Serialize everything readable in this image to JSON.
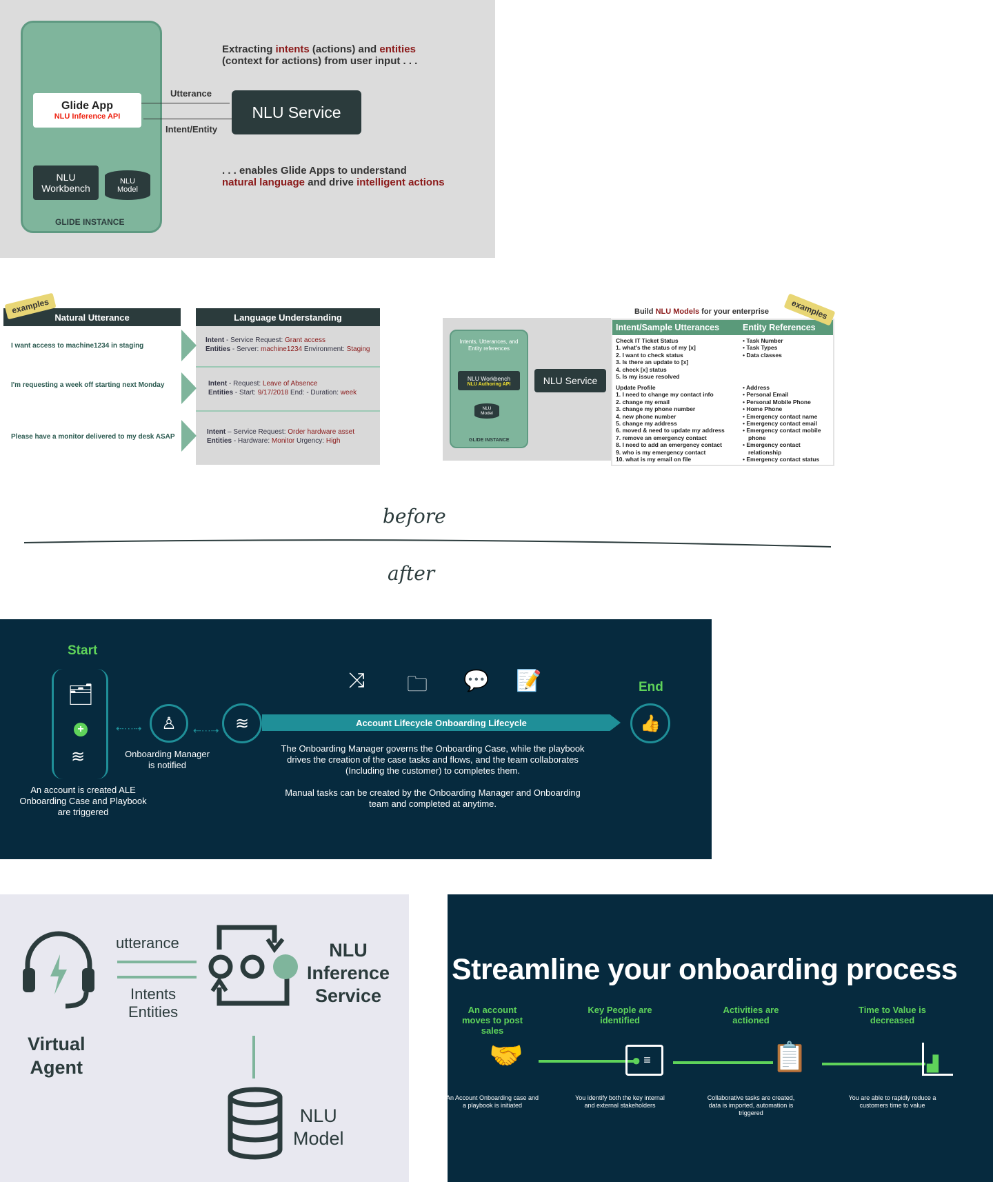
{
  "s1": {
    "headline_a": "Extracting ",
    "headline_intents": "intents",
    "headline_b": " (actions) and ",
    "headline_entities": "entities",
    "headline_c": "(context for actions) from user input . . .",
    "glide_app": "Glide App",
    "glide_api": "NLU Inference API",
    "utterance": "Utterance",
    "intent_entity": "Intent/Entity",
    "nlu_service": "NLU Service",
    "nlu": "NLU",
    "workbench": "Workbench",
    "nlu_model_1": "NLU",
    "nlu_model_2": "Model",
    "glide_instance": "GLIDE INSTANCE",
    "enables_a": ". . . enables Glide Apps to understand",
    "enables_b": "natural language",
    "enables_c": " and drive ",
    "enables_d": "intelligent actions"
  },
  "s2": {
    "examples": "examples",
    "natural_header": "Natural Utterance",
    "lu_header": "Language Understanding",
    "rows": [
      {
        "utt": "I want access to machine1234 in staging",
        "i_label": "Intent",
        "i_pre": " - Service Request:  ",
        "i_val": "Grant access",
        "e_label": "Entities",
        "e_pre": " - Server: ",
        "e_val": "machine1234",
        "e_mid": " Environment: ",
        "e_val2": "Staging"
      },
      {
        "utt": "I'm requesting a week off starting next Monday",
        "i_label": "Intent",
        "i_pre": " - Request: ",
        "i_val": "Leave of Absence",
        "e_label": "Entities",
        "e_pre": " - Start: ",
        "e_val": "9/17/2018",
        "e_mid": " End: - Duration: ",
        "e_val2": "week"
      },
      {
        "utt": "Please have a monitor delivered to my desk ASAP",
        "i_label": "Intent",
        "i_pre": " – Service Request: ",
        "i_val": "Order hardware asset",
        "e_label": "Entities",
        "e_pre": " - Hardware: ",
        "e_val": "Monitor",
        "e_mid": " Urgency: ",
        "e_val2": "High"
      }
    ]
  },
  "s3": {
    "intents_note": "Intents, Utterances, and Entity references",
    "workbench": "NLU Workbench",
    "authoring": "NLU Authoring API",
    "nlu_service": "NLU Service",
    "model_1": "NLU",
    "model_2": "Model",
    "glide_instance": "GLIDE INSTANCE",
    "build_a": "Build ",
    "build_b": "NLU Models",
    "build_c": " for your enterprise",
    "examples": "examples",
    "col1": "Intent/Sample Utterances",
    "col2": "Entity References",
    "group1": {
      "title": "Check IT Ticket Status",
      "items": [
        "1.  what's the status of my [x]",
        "2.  I want to check status",
        "3.  Is there an update to [x]",
        "4.  check [x] status",
        "5.  Is my issue resolved"
      ],
      "entities": [
        "Task Number",
        "Task Types",
        "Data classes"
      ]
    },
    "group2": {
      "title": "Update Profile",
      "items": [
        "1.  I need to change my contact info",
        "2.  change my email",
        "3.  change my phone number",
        "4.  new phone number",
        "5.  change my address",
        "6.  moved  & need to update my address",
        "7.  remove an emergency contact",
        "8.  I need to add an emergency contact",
        "9.  who is my emergency contact",
        "10. what is my email on file"
      ],
      "entities": [
        "Address",
        "Personal Email",
        "Personal Mobile Phone",
        "Home Phone",
        "Emergency contact name",
        "Emergency contact email",
        "Emergency contact mobile phone",
        "Emergency contact relationship",
        "Emergency contact status"
      ]
    }
  },
  "divider": {
    "before": "before",
    "after": "after"
  },
  "s4": {
    "start": "Start",
    "end": "End",
    "start_caption": "An account is created ALE Onboarding Case and Playbook are triggered",
    "manager": "Onboarding Manager is notified",
    "bar": "Account Lifecycle Onboarding Lifecycle",
    "para1": "The Onboarding Manager governs the Onboarding Case, while the playbook drives the creation of the case tasks and flows, and the team  collaborates (Including the customer) to completes them.",
    "para2": "Manual tasks can be created by the Onboarding Manager and Onboarding team and completed at anytime."
  },
  "s5": {
    "utterance": "utterance",
    "intents": "Intents",
    "entities": "Entities",
    "nlu_inf_1": "NLU",
    "nlu_inf_2": "Inference",
    "nlu_inf_3": "Service",
    "va_1": "Virtual",
    "va_2": "Agent",
    "model_1": "NLU",
    "model_2": "Model"
  },
  "s6": {
    "title": "Streamline your onboarding process",
    "steps": [
      {
        "head": "An account moves to post sales",
        "desc": "An Account Onboarding case and a playbook is initiated"
      },
      {
        "head": "Key People are identified",
        "desc": "You identify both the key internal and external stakeholders"
      },
      {
        "head": "Activities are actioned",
        "desc": "Collaborative tasks are created, data is imported, automation is triggered"
      },
      {
        "head": "Time to Value is decreased",
        "desc": "You are able to rapidly reduce a  customers time to value"
      }
    ]
  },
  "colors": {
    "green": "#5fd35a",
    "navy": "#062a3e",
    "teal": "#1f8f98",
    "sage": "#7fb59c",
    "darkslate": "#2b3b3c",
    "red": "#8b1a1a"
  }
}
